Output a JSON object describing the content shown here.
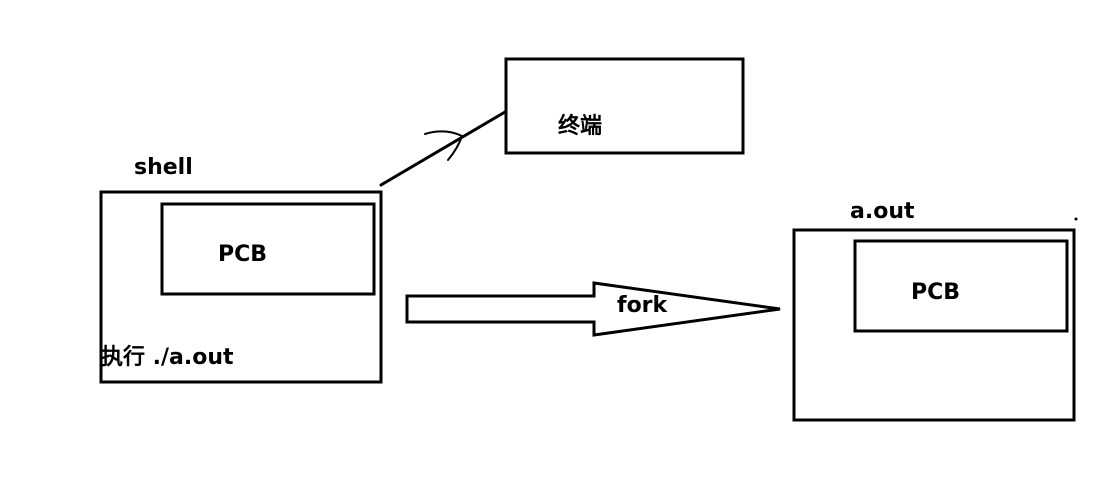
{
  "labels": {
    "shell": "shell",
    "pcb_left": "PCB",
    "exec": "执行 ./a.out",
    "terminal": "终端",
    "fork": "fork",
    "aout": "a.out",
    "pcb_right": "PCB"
  },
  "colors": {
    "stroke": "#000000",
    "background": "#ffffff"
  }
}
